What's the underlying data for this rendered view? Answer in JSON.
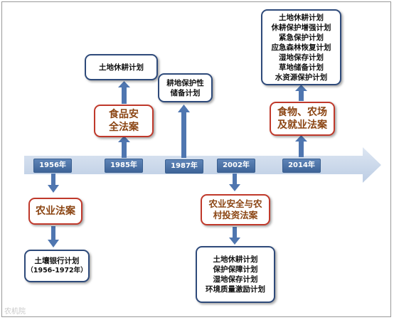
{
  "years": [
    "1956年",
    "1985年",
    "1987年",
    "2002年",
    "2014年"
  ],
  "boxes": {
    "agriculture_act": "农业法案",
    "soil_bank": [
      "土壤银行计划",
      "（1956-1972年）"
    ],
    "food_security_act": [
      "食品安",
      "全法案"
    ],
    "land_fallow_1985": [
      "土地休耕计划"
    ],
    "land_reserve": [
      "耕地保护性",
      "储备计划"
    ],
    "farm_security_act": [
      "农业安全与农",
      "村投资法案"
    ],
    "programs_2002": [
      "土地休耕计划",
      "保护保障计划",
      "湿地保存计划",
      "环境质量激励计划"
    ],
    "food_farm_jobs_act": [
      "食物、农场",
      "及就业法案"
    ],
    "programs_2014": [
      "土地休耕计划",
      "休耕保护增强计划",
      "紧急保护计划",
      "应急森林恢复计划",
      "湿地保存计划",
      "草地储备计划",
      "水资源保护计划"
    ]
  },
  "watermark": "农机院",
  "colors": {
    "timeline_arrow": "#c9d7ea",
    "year_label": "#4a72a8",
    "connector_arrow": "#4f76b0",
    "red_border": "#c0392b",
    "red_text": "#8b4513",
    "blue_border": "#2e4a7a"
  }
}
